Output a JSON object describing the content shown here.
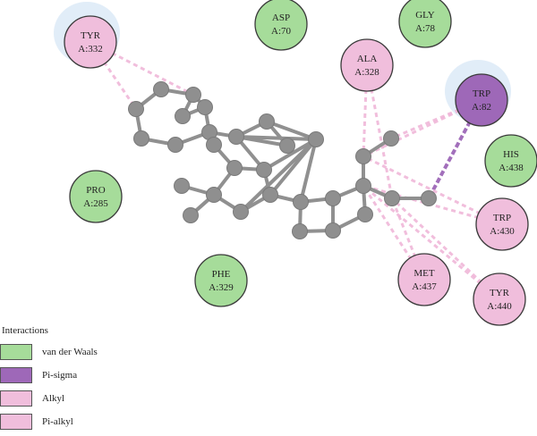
{
  "colors": {
    "van_der_waals": "#a6dc9a",
    "pi_sigma": "#9e68b8",
    "alkyl": "#f0bedc",
    "pi_alkyl": "#f0bedc",
    "atom": "#8f8f8f",
    "bond": "#909090",
    "halo": "#c9def2"
  },
  "residues": [
    {
      "id": "tyr332",
      "line1": "TYR",
      "line2": "A:332",
      "type": "alkyl",
      "halo": true
    },
    {
      "id": "asp70",
      "line1": "ASP",
      "line2": "A:70",
      "type": "van_der_waals",
      "halo": false
    },
    {
      "id": "gly78",
      "line1": "GLY",
      "line2": "A:78",
      "type": "van_der_waals",
      "halo": false
    },
    {
      "id": "ala328",
      "line1": "ALA",
      "line2": "A:328",
      "type": "alkyl",
      "halo": false
    },
    {
      "id": "trp82",
      "line1": "TRP",
      "line2": "A:82",
      "type": "pi_sigma",
      "halo": true
    },
    {
      "id": "his438",
      "line1": "HIS",
      "line2": "A:438",
      "type": "van_der_waals",
      "halo": false
    },
    {
      "id": "pro285",
      "line1": "PRO",
      "line2": "A:285",
      "type": "van_der_waals",
      "halo": false
    },
    {
      "id": "trp430",
      "line1": "TRP",
      "line2": "A:430",
      "type": "alkyl",
      "halo": false
    },
    {
      "id": "phe329",
      "line1": "PHE",
      "line2": "A:329",
      "type": "van_der_waals",
      "halo": false
    },
    {
      "id": "met437",
      "line1": "MET",
      "line2": "A:437",
      "type": "alkyl",
      "halo": false
    },
    {
      "id": "tyr440",
      "line1": "TYR",
      "line2": "A:440",
      "type": "alkyl",
      "halo": false
    }
  ],
  "legend": {
    "title": "Interactions",
    "items": [
      {
        "key": "van_der_waals",
        "label": "van der Waals"
      },
      {
        "key": "pi_sigma",
        "label": "Pi-sigma"
      },
      {
        "key": "alkyl",
        "label": "Alkyl"
      },
      {
        "key": "pi_alkyl",
        "label": "Pi-alkyl"
      }
    ]
  }
}
